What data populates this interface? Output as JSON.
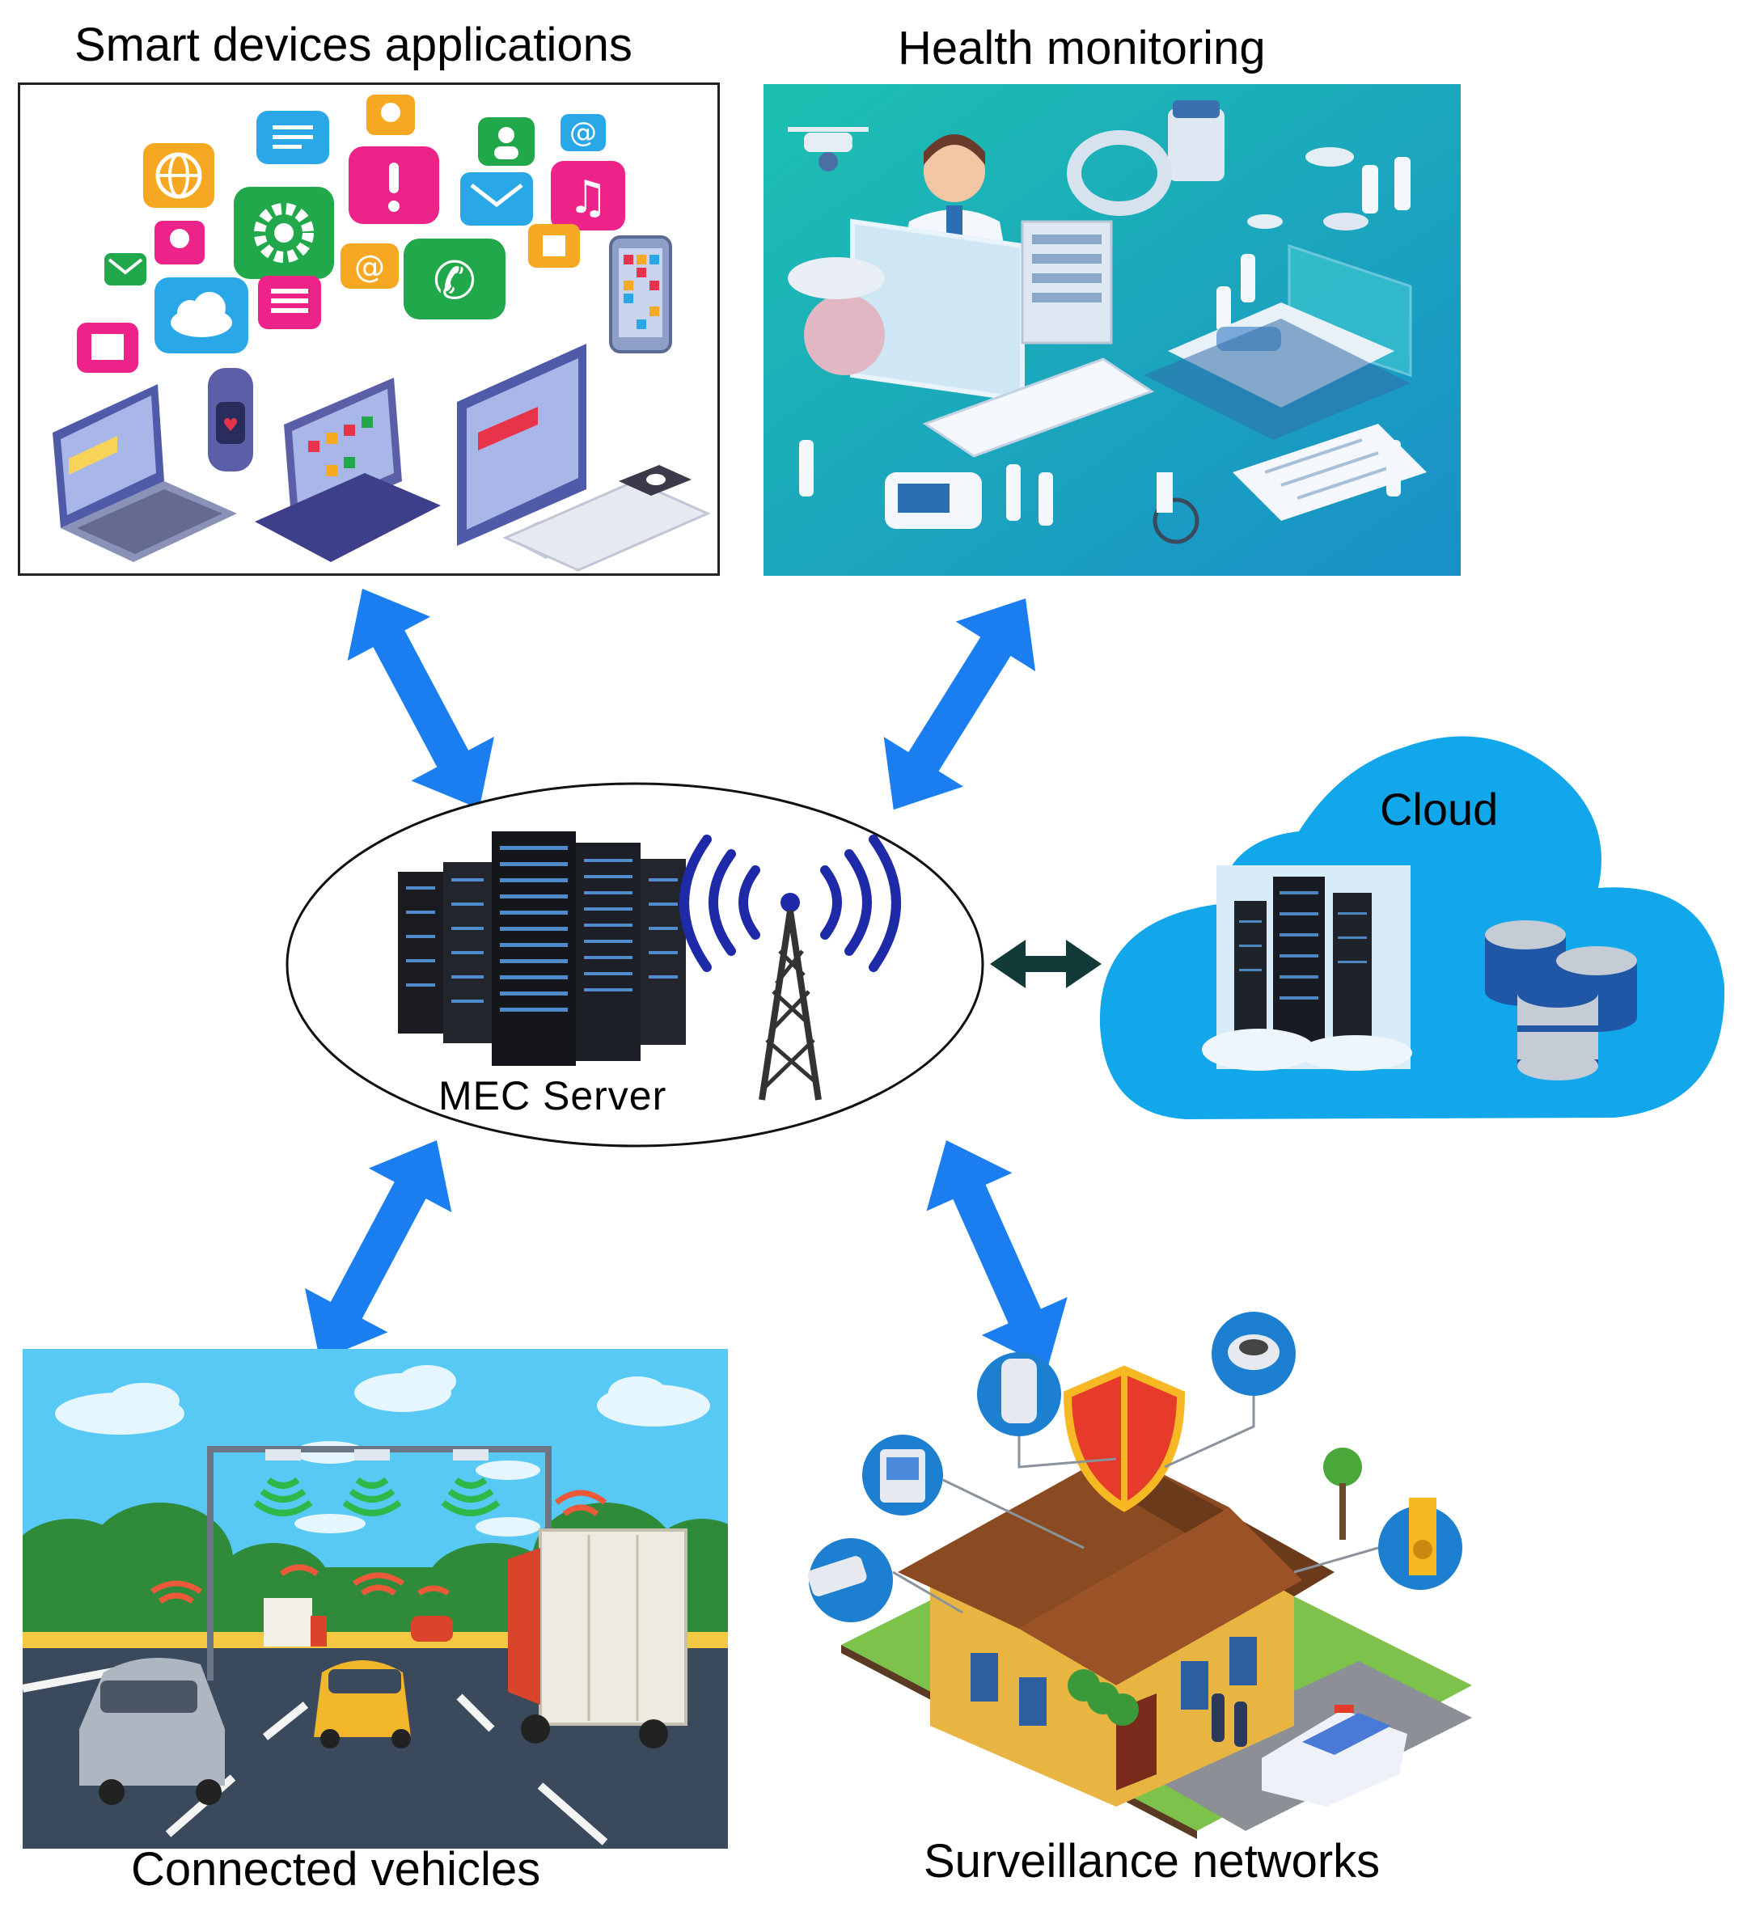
{
  "labels": {
    "smart_devices": "Smart devices applications",
    "health": "Health monitoring",
    "cloud": "Cloud",
    "mec_server": "MEC Server",
    "vehicles": "Connected vehicles",
    "surveillance": "Surveillance networks"
  },
  "colors": {
    "arrow_blue": "#1a7ef0",
    "arrow_dark": "#123a38",
    "cloud_blue": "#12a7ea",
    "health_bg": "#1fb7b3",
    "sky": "#58c8f5",
    "road": "#3a4a5c"
  },
  "icons": {
    "app_icons": [
      "globe-icon",
      "chat-icon",
      "location-icon",
      "alert-icon",
      "user-icon",
      "at-icon",
      "gear-icon",
      "mail-icon",
      "music-icon",
      "phone-icon",
      "cloud-icon",
      "list-icon",
      "note-icon"
    ],
    "devices": [
      "laptop",
      "smartwatch",
      "tablet",
      "desktop-monitor",
      "smartphone"
    ],
    "tower": "cell-tower-icon",
    "database": "database-icon"
  }
}
